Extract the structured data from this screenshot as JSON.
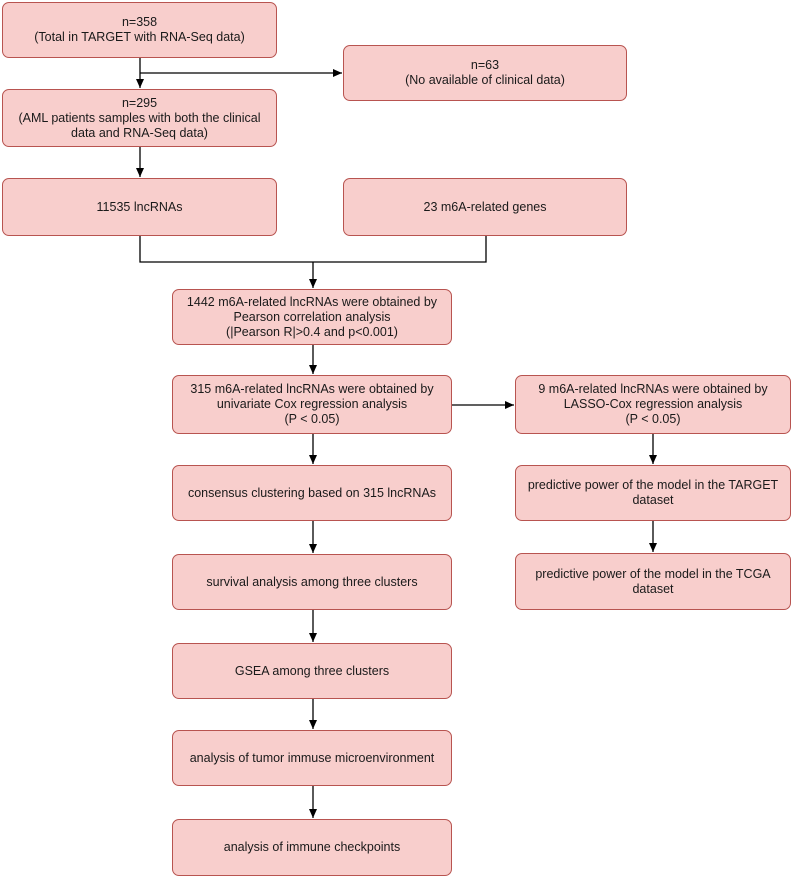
{
  "nodes": {
    "n_total": "n=358\n(Total in TARGET with RNA-Seq data)",
    "n_no_clinical": "n=63\n(No available of clinical data)",
    "n_aml": "n=295\n(AML patients samples with both the clinical data and RNA-Seq data)",
    "lncrnas": "11535 lncRNAs",
    "m6a_genes": "23 m6A-related genes",
    "pearson": "1442 m6A-related lncRNAs were obtained by Pearson correlation analysis\n(|Pearson R|>0.4 and p<0.001)",
    "univariate_cox": "315 m6A-related lncRNAs were obtained by univariate Cox regression analysis\n(P < 0.05)",
    "lasso_cox": "9 m6A-related lncRNAs were obtained by LASSO-Cox regression analysis\n(P < 0.05)",
    "consensus_clustering": "consensus clustering based on 315 lncRNAs",
    "target_power": "predictive power of the model in the TARGET dataset",
    "survival_analysis": "survival analysis among three clusters",
    "tcga_power": "predictive power of the model in the TCGA dataset",
    "gsea": "GSEA among three clusters",
    "tumor_microenvironment": "analysis of tumor immuse microenvironment",
    "immune_checkpoints": "analysis of immune checkpoints"
  }
}
